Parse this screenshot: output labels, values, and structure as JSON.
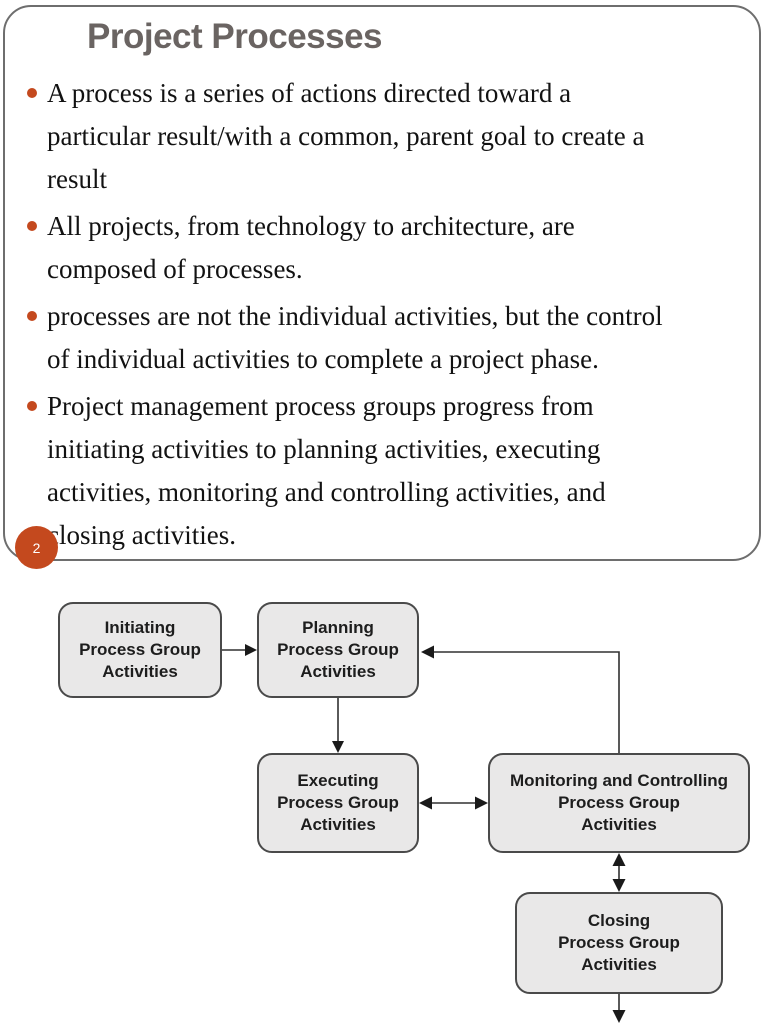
{
  "slide": {
    "title": "Project Processes",
    "page_number": "2",
    "bullets": [
      "A process is a series of actions directed toward a\nparticular result/with a common, parent goal to create a\nresult",
      "All projects, from technology to architecture, are\ncomposed of processes.",
      "processes are not the individual activities, but the control\nof individual activities to complete a project phase.",
      "Project management process groups progress from\ninitiating activities to planning activities, executing\nactivities, monitoring and controlling activities, and\nclosing activities."
    ]
  },
  "diagram": {
    "boxes": [
      {
        "id": "initiating",
        "label": "Initiating\nProcess Group\nActivities"
      },
      {
        "id": "planning",
        "label": "Planning\nProcess Group\nActivities"
      },
      {
        "id": "executing",
        "label": "Executing\nProcess Group\nActivities"
      },
      {
        "id": "monitoring",
        "label": "Monitoring and Controlling\nProcess Group\nActivities"
      },
      {
        "id": "closing",
        "label": "Closing\nProcess Group\nActivities"
      }
    ]
  },
  "colors": {
    "accent_orange": "#C4491E",
    "title_gray": "#6A6462",
    "box_fill": "#E9E8E8",
    "box_border": "#4A4A4A",
    "connector_line": "#303030",
    "panel_border": "#6E6E6E"
  }
}
